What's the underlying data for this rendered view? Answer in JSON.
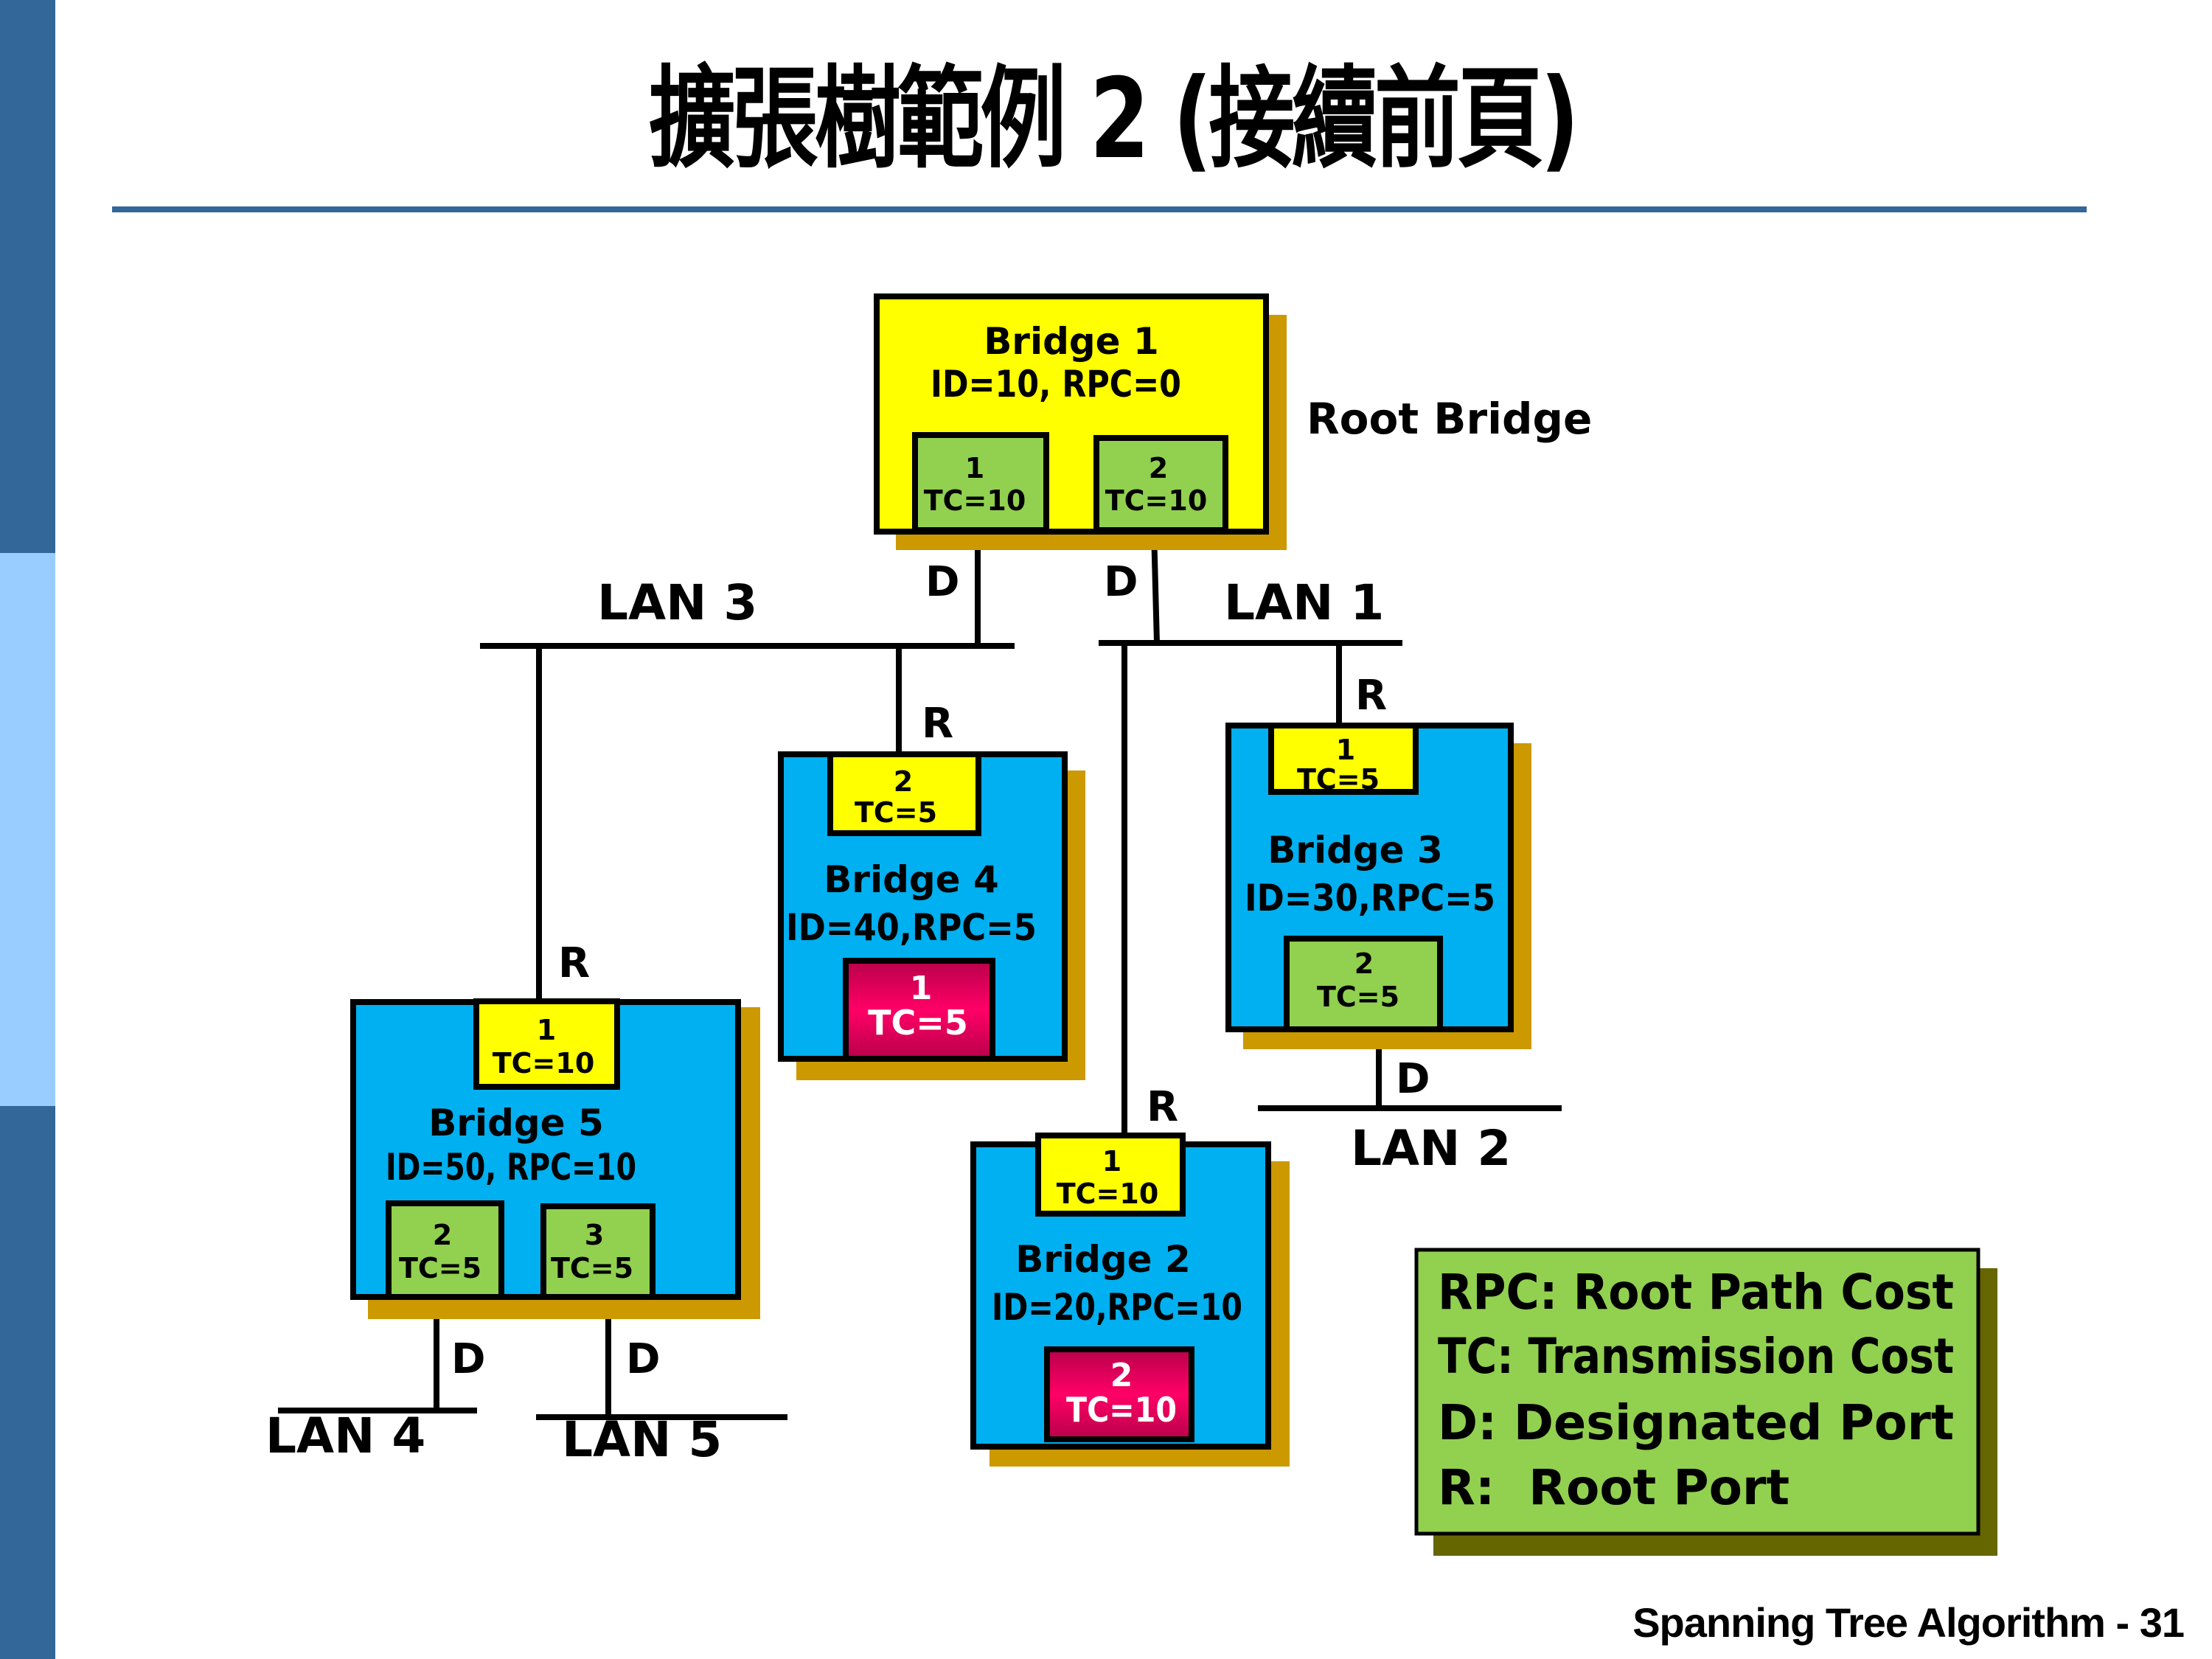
{
  "slide": {
    "title": "擴張樹範例 2 (接續前頁)",
    "footer": "Spanning Tree Algorithm - 31",
    "colors": {
      "sidebar_dark": "#336699",
      "sidebar_light": "#99ccff",
      "rule": "#336699",
      "root_bridge_fill": "#ffff00",
      "bridge_fill": "#00b0f0",
      "shadow": "#cc9900",
      "designated_port_fill": "#92d050",
      "root_port_fill": "#ffff00",
      "blocked_port_fill": "#cc0055",
      "legend_fill": "#92d050",
      "legend_shadow": "#666600"
    }
  },
  "root_label": "Root Bridge",
  "bridges": [
    {
      "name": "Bridge 1",
      "info": "ID=10, RPC=0",
      "role": "root",
      "ports": [
        {
          "num": "1",
          "tc": "TC=10",
          "state": "designated"
        },
        {
          "num": "2",
          "tc": "TC=10",
          "state": "designated"
        }
      ]
    },
    {
      "name": "Bridge 2",
      "info": "ID=20,RPC=10",
      "role": "bridge",
      "ports": [
        {
          "num": "1",
          "tc": "TC=10",
          "state": "root"
        },
        {
          "num": "2",
          "tc": "TC=10",
          "state": "blocked"
        }
      ]
    },
    {
      "name": "Bridge 3",
      "info": "ID=30,RPC=5",
      "role": "bridge",
      "ports": [
        {
          "num": "1",
          "tc": "TC=5",
          "state": "root"
        },
        {
          "num": "2",
          "tc": "TC=5",
          "state": "designated"
        }
      ]
    },
    {
      "name": "Bridge 4",
      "info": "ID=40,RPC=5",
      "role": "bridge",
      "ports": [
        {
          "num": "2",
          "tc": "TC=5",
          "state": "root"
        },
        {
          "num": "1",
          "tc": "TC=5",
          "state": "blocked"
        }
      ]
    },
    {
      "name": "Bridge 5",
      "info": "ID=50, RPC=10",
      "role": "bridge",
      "ports": [
        {
          "num": "1",
          "tc": "TC=10",
          "state": "root"
        },
        {
          "num": "2",
          "tc": "TC=5",
          "state": "designated"
        },
        {
          "num": "3",
          "tc": "TC=5",
          "state": "designated"
        }
      ]
    }
  ],
  "lans": [
    "LAN 1",
    "LAN 2",
    "LAN 3",
    "LAN 4",
    "LAN 5"
  ],
  "port_labels": {
    "designated": "D",
    "root": "R"
  },
  "legend": [
    "RPC: Root Path Cost",
    "TC: Transmission Cost",
    "D: Designated Port",
    "R:  Root Port"
  ]
}
